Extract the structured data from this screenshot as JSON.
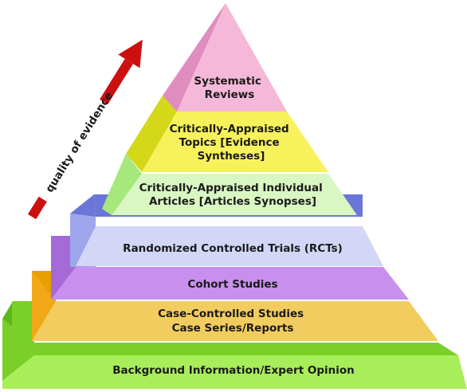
{
  "diagram": {
    "arrow_label": "quality of evidence",
    "levels": [
      {
        "id": "systematic-reviews",
        "lines": [
          "Systematic",
          "Reviews"
        ],
        "color": "#f5b8d8"
      },
      {
        "id": "critically-appraised-topics",
        "lines": [
          "Critically-Appraised",
          "Topics [Evidence",
          "Syntheses]"
        ],
        "color": "#f7f25c"
      },
      {
        "id": "critically-appraised-articles",
        "lines": [
          "Critically-Appraised Individual",
          "Articles [Articles Synopses]"
        ],
        "color": "#d9f7c2"
      },
      {
        "id": "rcts",
        "lines": [
          "Randomized Controlled Trials (RCTs)"
        ],
        "color": "#d3d6f7"
      },
      {
        "id": "cohort-studies",
        "lines": [
          "Cohort Studies"
        ],
        "color": "#c890ec"
      },
      {
        "id": "case-controlled-studies",
        "lines": [
          "Case-Controlled Studies",
          "Case Series/Reports"
        ],
        "color": "#f2cc5e"
      },
      {
        "id": "background-information",
        "lines": [
          "Background Information/Expert Opinion"
        ],
        "color": "#a8ee5a"
      }
    ],
    "colors": {
      "arrow": "#cc1010",
      "pink_side": "#e08cbf",
      "yellow_side": "#d4d818",
      "green_side": "#a6e87c",
      "blue_top": "#6a76d8",
      "blue_side": "#9ea6ec",
      "purple_side": "#a66ad8",
      "orange_top": "#e8a000",
      "orange_side": "#f0a818",
      "bg_green_top": "#7ad028",
      "bg_green_side": "#5cb818"
    }
  }
}
